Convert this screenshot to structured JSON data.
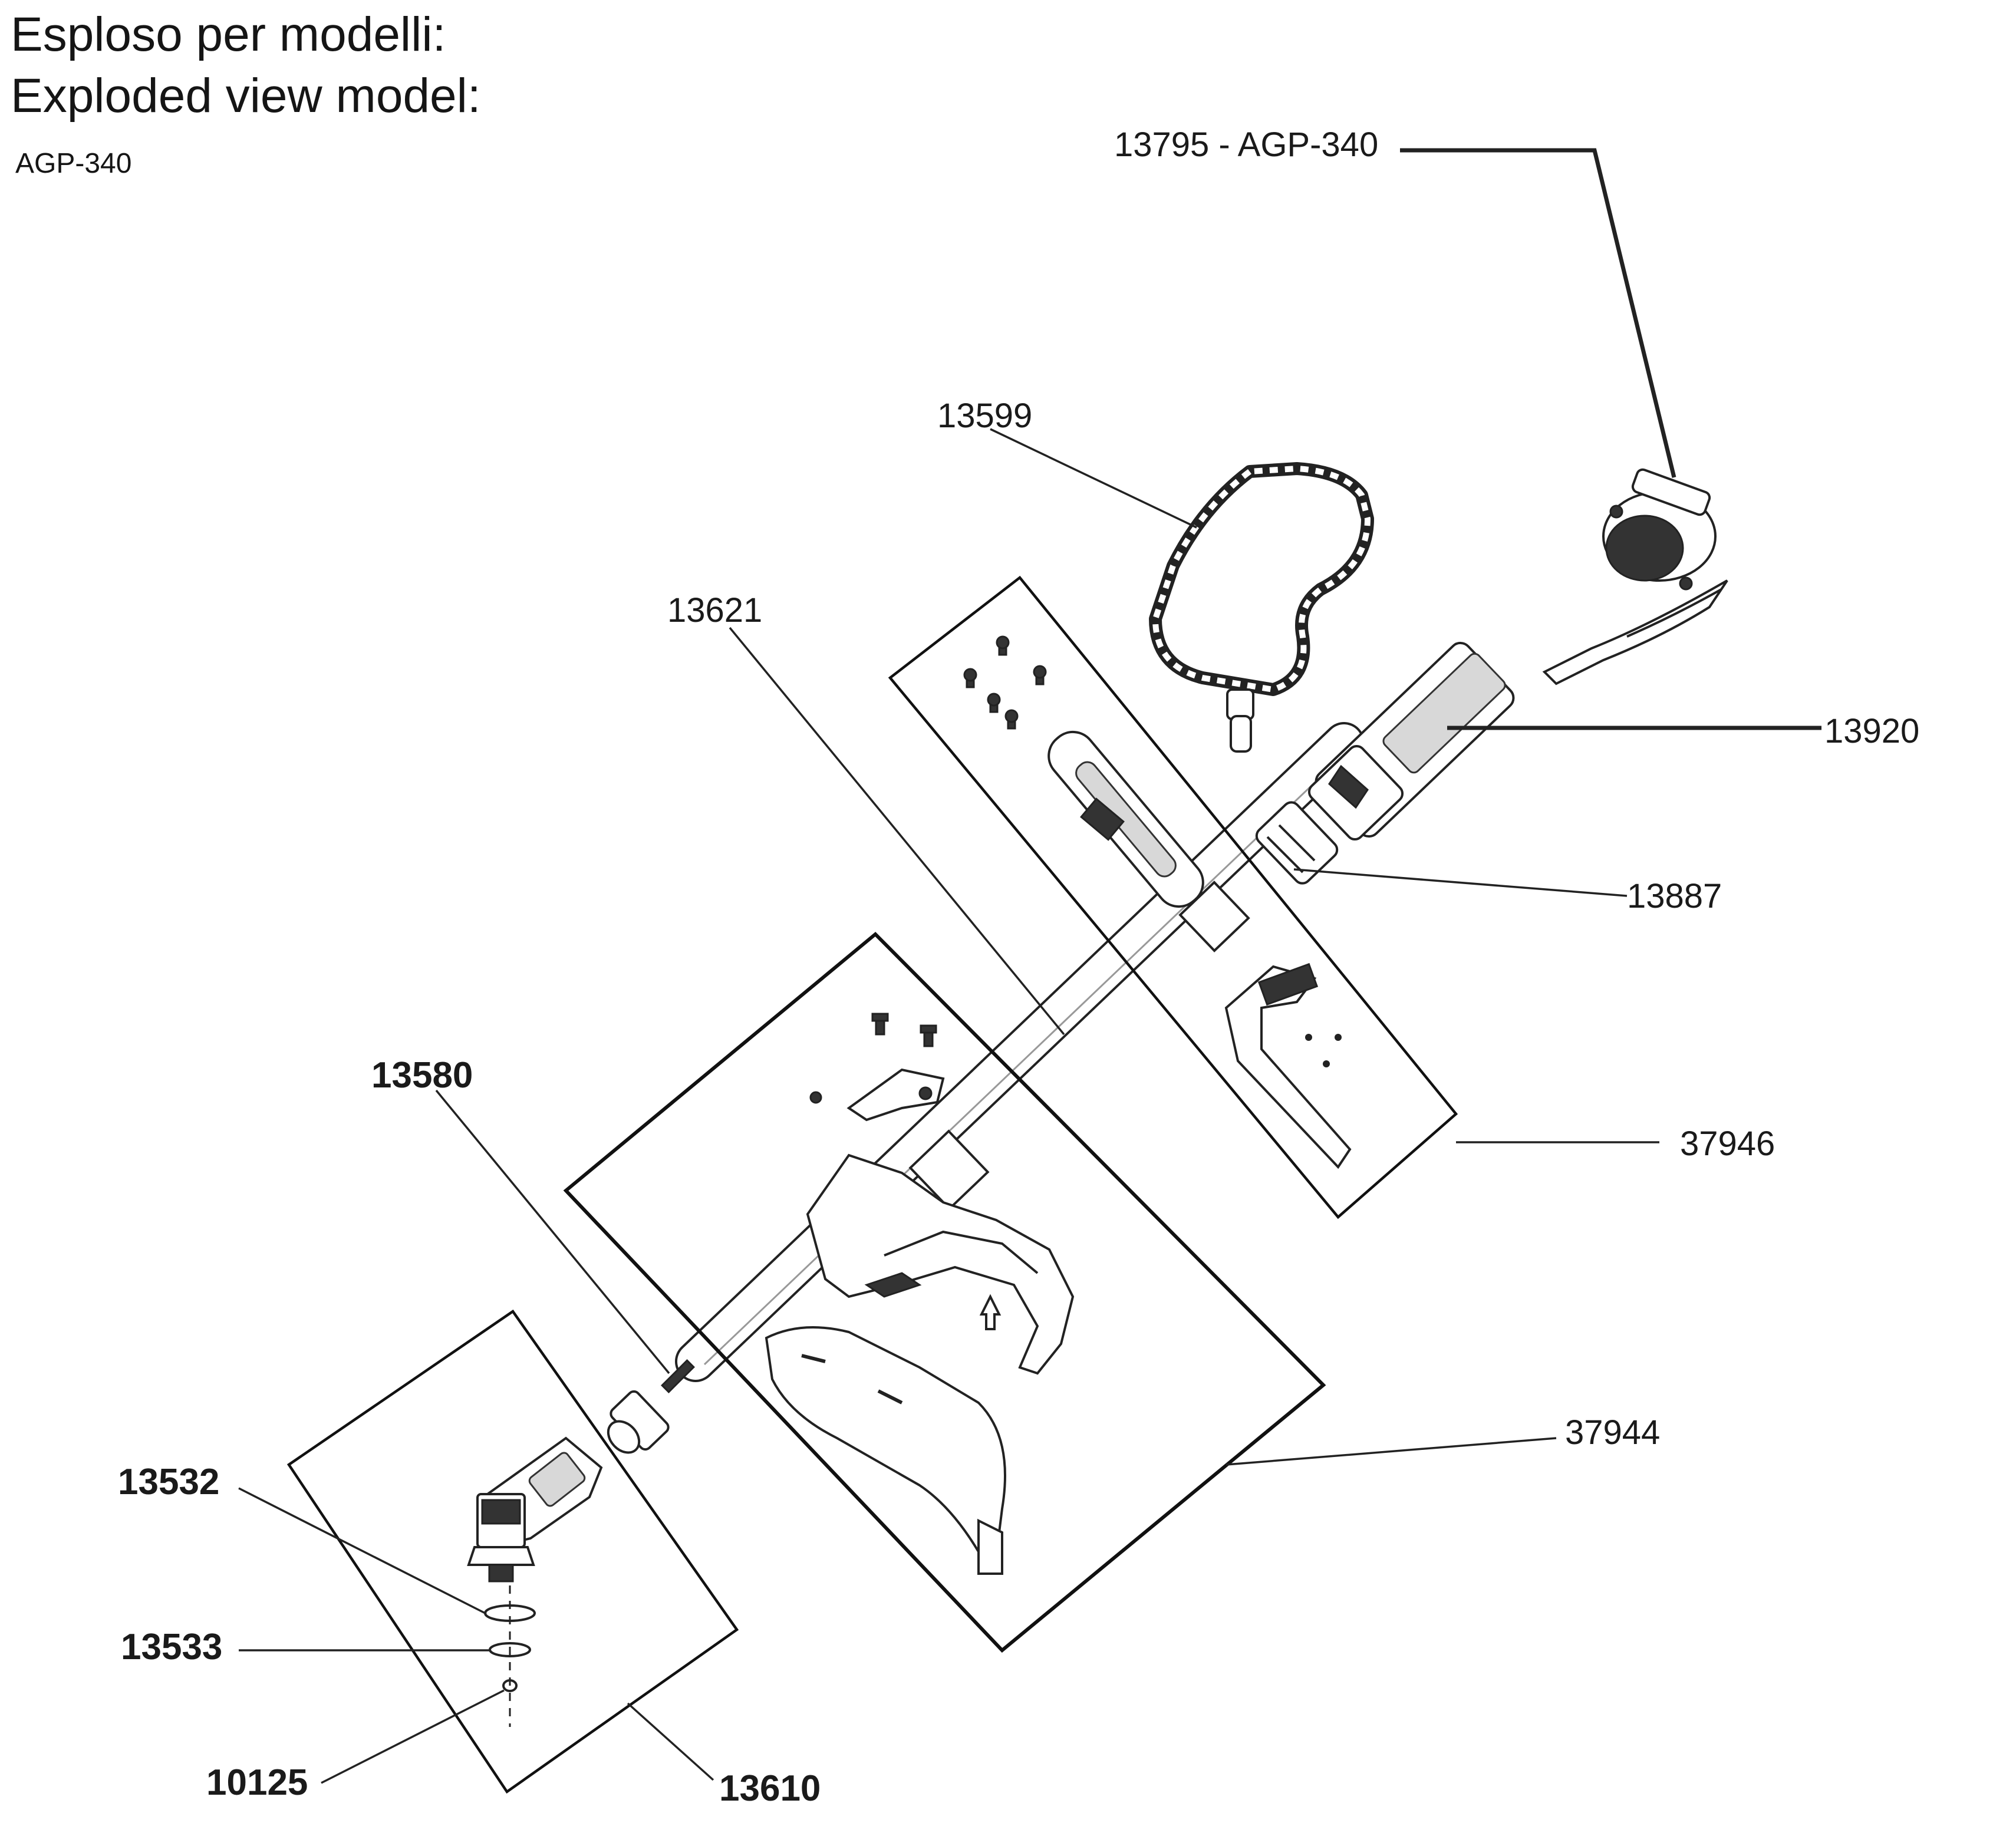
{
  "header": {
    "title_it": "Esploso per modelli:",
    "title_en": "Exploded view model:",
    "model": "AGP-340"
  },
  "parts": {
    "p13795": "13795 - AGP-340",
    "p13599": "13599",
    "p13621": "13621",
    "p13920": "13920",
    "p13887": "13887",
    "p13580": "13580",
    "p37946": "37946",
    "p37944": "37944",
    "p13532": "13532",
    "p13533": "13533",
    "p10125": "10125",
    "p13610": "13610"
  },
  "icons": {
    "motor": "motor-head-icon",
    "strap": "shoulder-strap-icon",
    "handle": "handle-kit-icon",
    "guard": "guard-kit-icon",
    "gearhead": "gear-head-icon"
  }
}
